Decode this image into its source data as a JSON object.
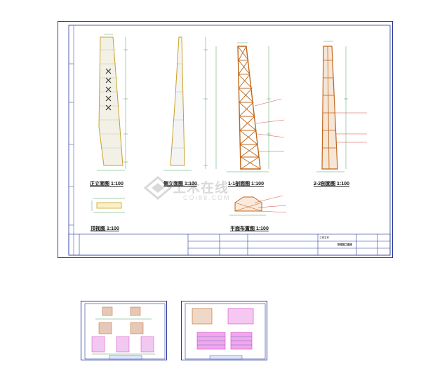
{
  "drawing": {
    "captions": {
      "front_elevation": "正立面图 1:100",
      "side_elevation": "侧立面图 1:100",
      "section_1_1": "1-1剖面图 1:100",
      "section_2_2": "2-2剖面图 1:100",
      "top_view": "顶视图 1:100",
      "plan_layout": "平面布置图 1:100"
    },
    "title_block": {
      "project_name": "工程名称",
      "drawing_name": "铁塔施工图纸"
    },
    "watermark": {
      "text": "土木在线",
      "sub": "COI88.COM"
    },
    "colors": {
      "line": "#2a3a9a",
      "steel": "#c0661c",
      "dim": "#1a8c2e",
      "annot": "#d02020",
      "pink": "#e040d0"
    }
  }
}
